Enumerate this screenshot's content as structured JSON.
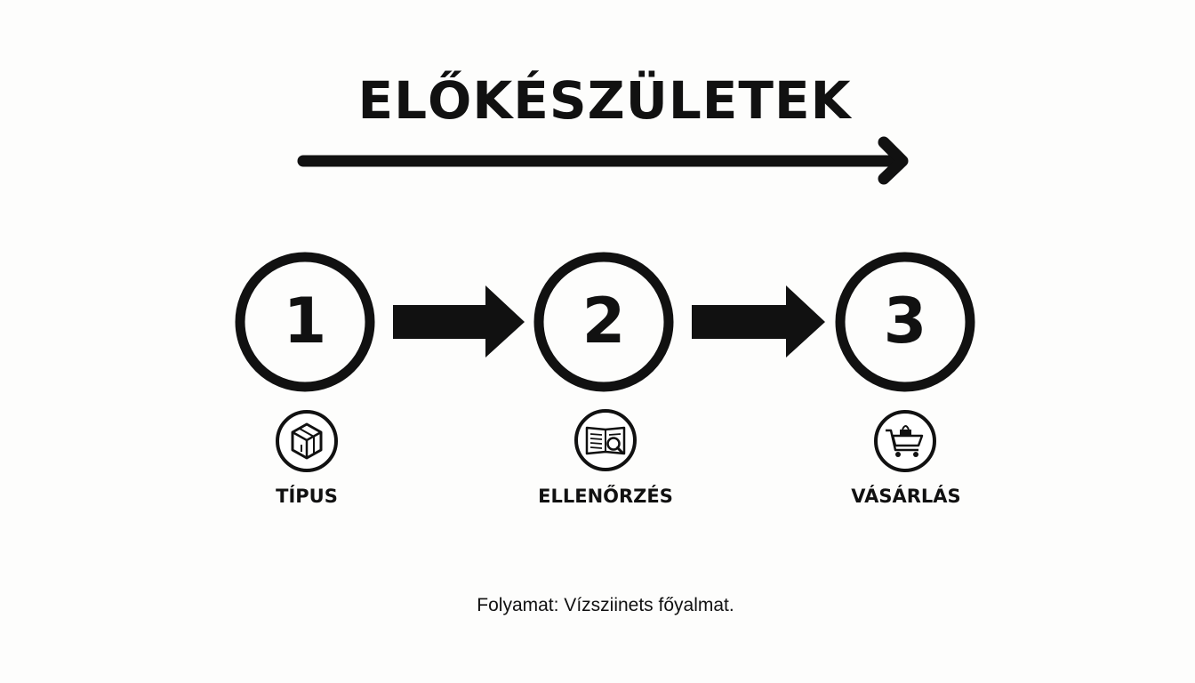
{
  "title": "ELŐKÉSZÜLETEK",
  "steps": [
    {
      "number": "1",
      "label": "TÍPUS",
      "icon": "cube-icon"
    },
    {
      "number": "2",
      "label": "ELLENŐRZÉS",
      "icon": "book-magnifier-icon"
    },
    {
      "number": "3",
      "label": "VÁSÁRLÁS",
      "icon": "shopping-cart-icon"
    }
  ],
  "caption": "Folyamat: Vízsziinets főyalmat.",
  "colors": {
    "ink": "#111111",
    "background": "#fdfdfc"
  }
}
